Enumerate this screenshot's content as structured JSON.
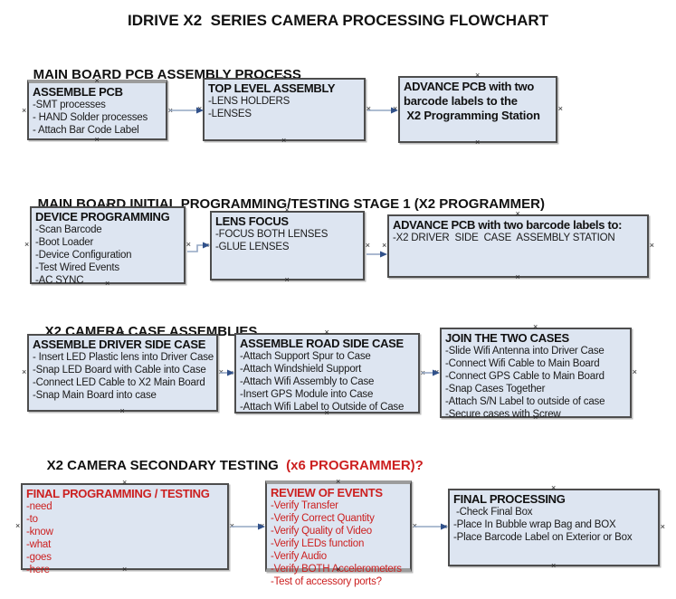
{
  "title": "IDRIVE X2  SERIES CAMERA PROCESSING FLOWCHART",
  "icons": {
    "connection_point": "×"
  },
  "colors": {
    "box_fill": "#dde5f1",
    "box_border": "#4d4d4d",
    "red_text": "#cc2020",
    "arrow_line": "#94a7c4",
    "arrow_head": "#31518a"
  },
  "sections": [
    {
      "header": "MAIN BOARD PCB ASSEMBLY PROCESS",
      "header_red": "",
      "boxes": [
        {
          "title": "ASSEMBLE PCB",
          "items": [
            "-SMT processes",
            "- HAND Solder processes",
            "- Attach Bar Code Label"
          ]
        },
        {
          "title": "TOP LEVEL ASSEMBLY",
          "items": [
            "-LENS HOLDERS",
            "-LENSES"
          ]
        },
        {
          "title": "ADVANCE PCB with two",
          "items": [
            "barcode labels to the",
            " X2 Programming Station"
          ]
        }
      ]
    },
    {
      "header": "MAIN BOARD INITIAL PROGRAMMING/TESTING STAGE 1 (X2 PROGRAMMER)",
      "header_red": "",
      "boxes": [
        {
          "title": "DEVICE PROGRAMMING",
          "items": [
            "-Scan Barcode",
            "-Boot Loader",
            "-Device Configuration",
            "-Test Wired Events",
            "-AC SYNC"
          ]
        },
        {
          "title": "LENS FOCUS",
          "items": [
            "-FOCUS BOTH LENSES",
            "-GLUE LENSES"
          ]
        },
        {
          "title": "ADVANCE PCB with two barcode labels to:",
          "items": [
            "-X2 DRIVER  SIDE  CASE  ASSEMBLY STATION"
          ]
        }
      ]
    },
    {
      "header": "X2 CAMERA CASE ASSEMBLIES",
      "header_red": "",
      "boxes": [
        {
          "title": "ASSEMBLE DRIVER SIDE CASE",
          "items": [
            "- Insert LED Plastic lens into Driver Case",
            "-Snap LED Board with Cable into Case",
            "-Connect LED Cable to X2 Main Board",
            "-Snap Main Board into case"
          ]
        },
        {
          "title": "ASSEMBLE ROAD SIDE CASE",
          "items": [
            "-Attach Support Spur to Case",
            "-Attach Windshield Support",
            "-Attach Wifi Assembly to Case",
            "-Insert GPS Module into Case",
            "-Attach Wifi Label to Outside of Case"
          ]
        },
        {
          "title": "JOIN THE TWO CASES",
          "items": [
            "-Slide Wifi Antenna into Driver Case",
            "-Connect Wifi Cable to Main Board",
            "-Connect GPS Cable to Main Board",
            "-Snap Cases Together",
            "-Attach S/N Label to outside of case",
            "-Secure cases with Screw"
          ]
        }
      ]
    },
    {
      "header": "X2 CAMERA SECONDARY TESTING ",
      "header_red": " (x6 PROGRAMMER)?",
      "boxes": [
        {
          "title": "FINAL PROGRAMMING / TESTING",
          "items": [
            "-need",
            "-to",
            "-know",
            "-what",
            "-goes",
            "-here"
          ]
        },
        {
          "title": "REVIEW OF EVENTS",
          "items": [
            "-Verify Transfer",
            "-Verify Correct Quantity",
            "-Verify Quality of Video",
            "-Verify LEDs function",
            "-Verify Audio",
            "-Verify BOTH Accelerometers",
            "-Test of accessory ports?"
          ]
        },
        {
          "title": "FINAL PROCESSING",
          "items": [
            " -Check Final Box",
            "-Place In Bubble wrap Bag and BOX",
            "-Place Barcode Label on Exterior or Box"
          ]
        }
      ]
    }
  ]
}
